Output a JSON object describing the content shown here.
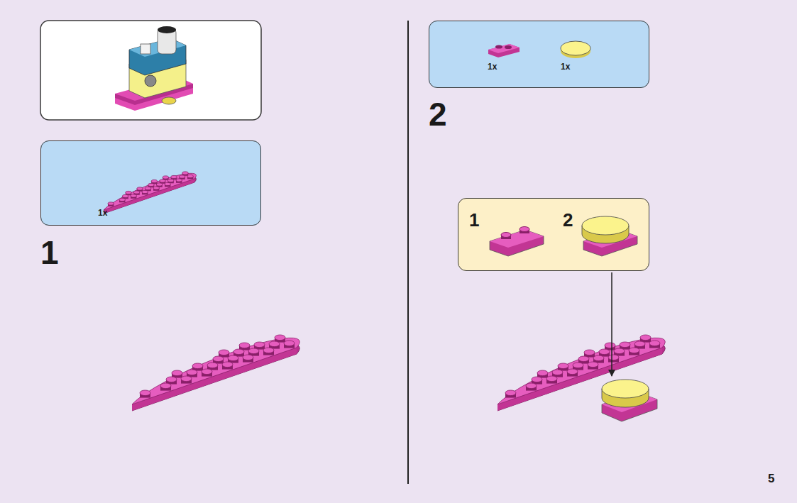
{
  "diagram": {
    "nodes": [
      {
        "text": [
          "1x"
        ]
      },
      {
        "text": [
          "1x",
          "1x"
        ]
      },
      {
        "text": [
          "1",
          "2"
        ]
      }
    ],
    "labels": [
      "1",
      "2",
      "5"
    ]
  }
}
